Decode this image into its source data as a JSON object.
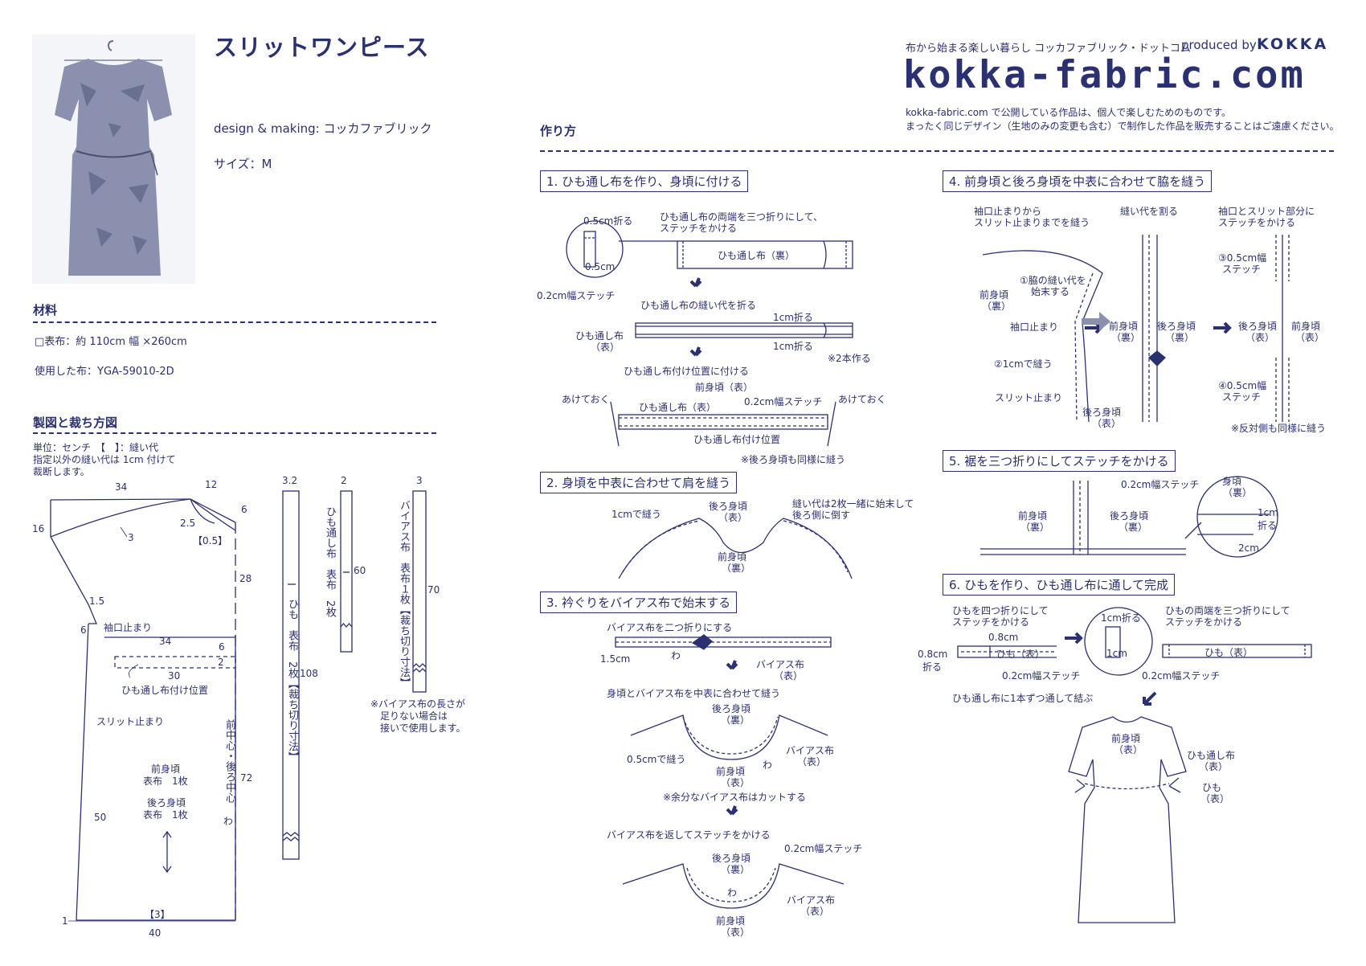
{
  "header": {
    "title": "スリットワンピース",
    "design_credit": "design & making: コッカファブリック",
    "size": "サイズ：M",
    "tagline": "布から始まる楽しい暮らし コッカファブリック・ドットコム",
    "produced_by": "produced by",
    "kokka": "KOKKA",
    "brand_url": "kokka-fabric.com",
    "notice_line1": "kokka-fabric.com で公開している作品は、個人で楽しむためのものです。",
    "notice_line2": "まったく同じデザイン（生地のみの変更も含む）で制作した作品を販売することはご遠慮ください。"
  },
  "materials": {
    "heading": "材料",
    "fabric": "□表布：約 110cm 幅 ×260cm",
    "used_fabric": "使用した布：YGA-59010-2D"
  },
  "pattern": {
    "heading": "製図と裁ち方図",
    "units_line1": "単位：センチ　【　】：縫い代",
    "units_line2": "指定以外の縫い代は 1cm 付けて",
    "units_line3": "裁断します。",
    "labels": {
      "d34": "34",
      "d12": "12",
      "d16": "16",
      "d3": "3",
      "d25": "2.5",
      "d6a": "6",
      "d05": "【0.5】",
      "d28": "28",
      "d15": "1.5",
      "d6b": "6",
      "cuff": "袖口止まり",
      "d34b": "34",
      "d6c": "6",
      "d2": "2",
      "d30": "30",
      "casing_pos": "ひも通し布付け位置",
      "slit": "スリット止まり",
      "front_body": "前身頃",
      "front_qty": "表布　1枚",
      "back_body": "後ろ身頃",
      "back_qty": "表布　1枚",
      "d50": "50",
      "d72": "72",
      "center": "前中心・後ろ中心",
      "wa": "わ",
      "d1": "1",
      "d3b": "【3】",
      "d40": "40",
      "s32": "3.2",
      "s108": "108",
      "tie_text": "ひも　表布　2枚【裁ち切り寸法】",
      "s2": "2",
      "s60": "60",
      "casing_text": "ひも通し布　表布　2枚",
      "s3": "3",
      "s70": "70",
      "bias_text": "バイアス布　表布１枚【裁ち切り寸法】",
      "bias_note1": "※バイアス布の長さが",
      "bias_note2": "足りない場合は",
      "bias_note3": "接いで使用します。"
    }
  },
  "howto": {
    "heading": "作り方",
    "step1": {
      "title": "1. ひも通し布を作り、身頃に付ける",
      "fold05": "0.5cm折る",
      "fold05b": "0.5cm",
      "stitch02": "0.2cm幅ステッチ",
      "instr_a": "ひも通し布の両端を三つ折りにして、",
      "instr_b": "ステッチをかける",
      "casing_back": "ひも通し布（裏）",
      "fold_sa": "ひも通し布の縫い代を折る",
      "casing_front_a": "ひも通し布",
      "casing_front_b": "（表）",
      "fold1a": "1cm折る",
      "fold1b": "1cm折る",
      "make2": "※2本作る",
      "attach": "ひも通し布付け位置に付ける",
      "front_a": "前身頃（表）",
      "leave_l": "あけておく",
      "leave_r": "あけておく",
      "casing_front2": "ひも通し布（表）",
      "stitch02b": "0.2cm幅ステッチ",
      "casing_pos": "ひも通し布付け位置",
      "back_same": "※後ろ身頃も同様に縫う"
    },
    "step2": {
      "title": "2. 身頃を中表に合わせて肩を縫う",
      "sew1": "1cmで縫う",
      "back_a": "後ろ身頃",
      "back_b": "（表）",
      "sa_a": "縫い代は2枚一緒に始末して",
      "sa_b": "後ろ側に倒す",
      "front_a": "前身頃",
      "front_b": "（裏）"
    },
    "step3": {
      "title": "3. 衿ぐりをバイアス布で始末する",
      "fold2": "バイアス布を二つ折りにする",
      "d15": "1.5cm",
      "wa": "わ",
      "bias_a": "バイアス布",
      "bias_b": "（表）",
      "match": "身頃とバイアス布を中表に合わせて縫う",
      "back_a": "後ろ身頃",
      "back_b": "（裏）",
      "sew05": "0.5cmで縫う",
      "wa2": "わ",
      "bias2_a": "バイアス布",
      "bias2_b": "（表）",
      "front_a": "前身頃",
      "front_b": "（表）",
      "cut": "※余分なバイアス布はカットする",
      "turn": "バイアス布を返してステッチをかける",
      "back2_a": "後ろ身頃",
      "back2_b": "（裏）",
      "stitch02": "0.2cm幅ステッチ",
      "wa3": "わ",
      "bias3_a": "バイアス布",
      "bias3_b": "（表）",
      "front2_a": "前身頃",
      "front2_b": "（表）"
    },
    "step4": {
      "title": "4. 前身頃と後ろ身頃を中表に合わせて脇を縫う",
      "from_a": "袖口止まりから",
      "from_b": "スリット止まりまでを縫う",
      "press": "縫い代を割る",
      "stitch_a": "袖口とスリット部分に",
      "stitch_b": "ステッチをかける",
      "finish_a": "①脇の縫い代を",
      "finish_b": "始末する",
      "front_a": "前身頃",
      "front_b": "（裏）",
      "cuff": "袖口止まり",
      "sew1": "②1cmで縫う",
      "slit": "スリット止まり",
      "back_a": "後ろ身頃",
      "back_b": "（表）",
      "front2_a": "前身頃",
      "front2_b": "（裏）",
      "back2_a": "後ろ身頃",
      "back2_b": "（裏）",
      "st3_a": "③0.5cm幅",
      "st3_b": "ステッチ",
      "st4_a": "④0.5cm幅",
      "st4_b": "ステッチ",
      "back3_a": "後ろ身頃",
      "back3_b": "（表）",
      "front3_a": "前身頃",
      "front3_b": "（表）",
      "opposite": "※反対側も同様に縫う"
    },
    "step5": {
      "title": "5. 裾を三つ折りにしてステッチをかける",
      "front_a": "前身頃",
      "front_b": "（裏）",
      "back_a": "後ろ身頃",
      "back_b": "（裏）",
      "stitch02": "0.2cm幅ステッチ",
      "body_a": "身頃",
      "body_b": "（裏）",
      "fold1_a": "1cm",
      "fold1_b": "折る",
      "d2": "2cm"
    },
    "step6": {
      "title": "6. ひもを作り、ひも通し布に通して完成",
      "fold4_a": "ひもを四つ折りにして",
      "fold4_b": "ステッチをかける",
      "fold1": "1cm折る",
      "d1": "1cm",
      "ends_a": "ひもの両端を三つ折りにして",
      "ends_b": "ステッチをかける",
      "d08": "0.8cm",
      "d08b_a": "0.8cm",
      "d08b_b": "折る",
      "tie_front": "ひも（表）",
      "stitch02": "0.2cm幅ステッチ",
      "tie_front2": "ひも（表）",
      "stitch02b": "0.2cm幅ステッチ",
      "thread": "ひも通し布に1本ずつ通して結ぶ",
      "front_a": "前身頃",
      "front_b": "（表）",
      "casing_a": "ひも通し布",
      "casing_b": "（表）",
      "tie_a": "ひも",
      "tie_b": "（表）"
    }
  }
}
